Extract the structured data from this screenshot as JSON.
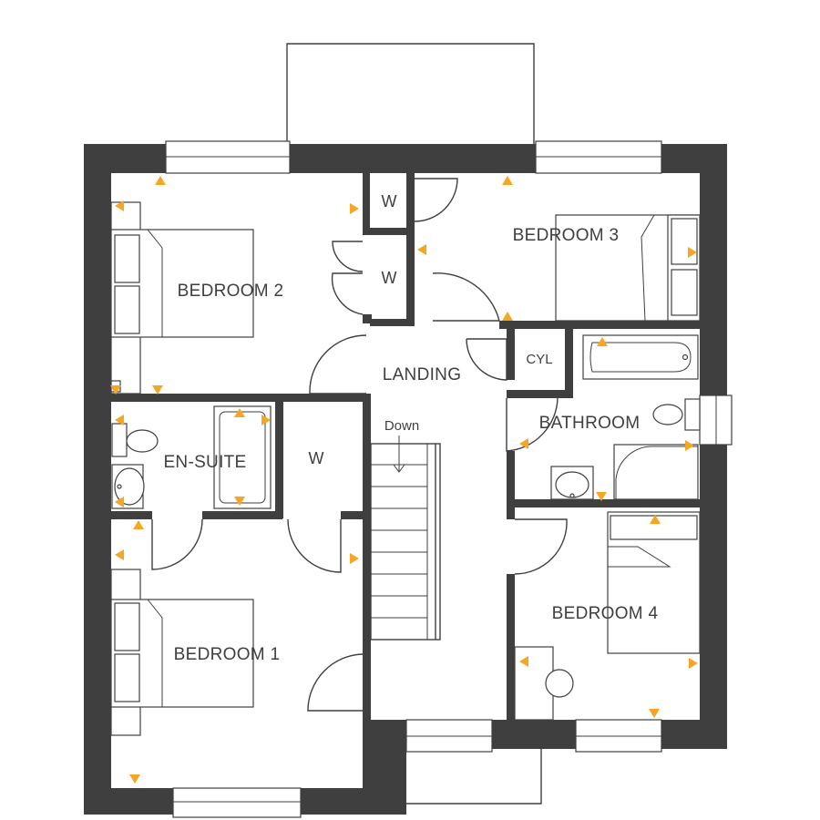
{
  "colors": {
    "wall": "#3f3f3f",
    "accent": "#f5a623",
    "background": "#ffffff"
  },
  "rooms": {
    "bedroom_1": "BEDROOM 1",
    "bedroom_2": "BEDROOM 2",
    "bedroom_3": "BEDROOM 3",
    "bedroom_4": "BEDROOM 4",
    "landing": "LANDING",
    "bathroom": "BATHROOM",
    "en_suite": "EN-SUITE",
    "cylinder": "CYL",
    "wardrobe": "W"
  },
  "stairs": {
    "direction": "Down"
  },
  "icons": {
    "socket_marker": "triangle-marker",
    "door": "door-swing-arc",
    "window": "window-frame"
  }
}
